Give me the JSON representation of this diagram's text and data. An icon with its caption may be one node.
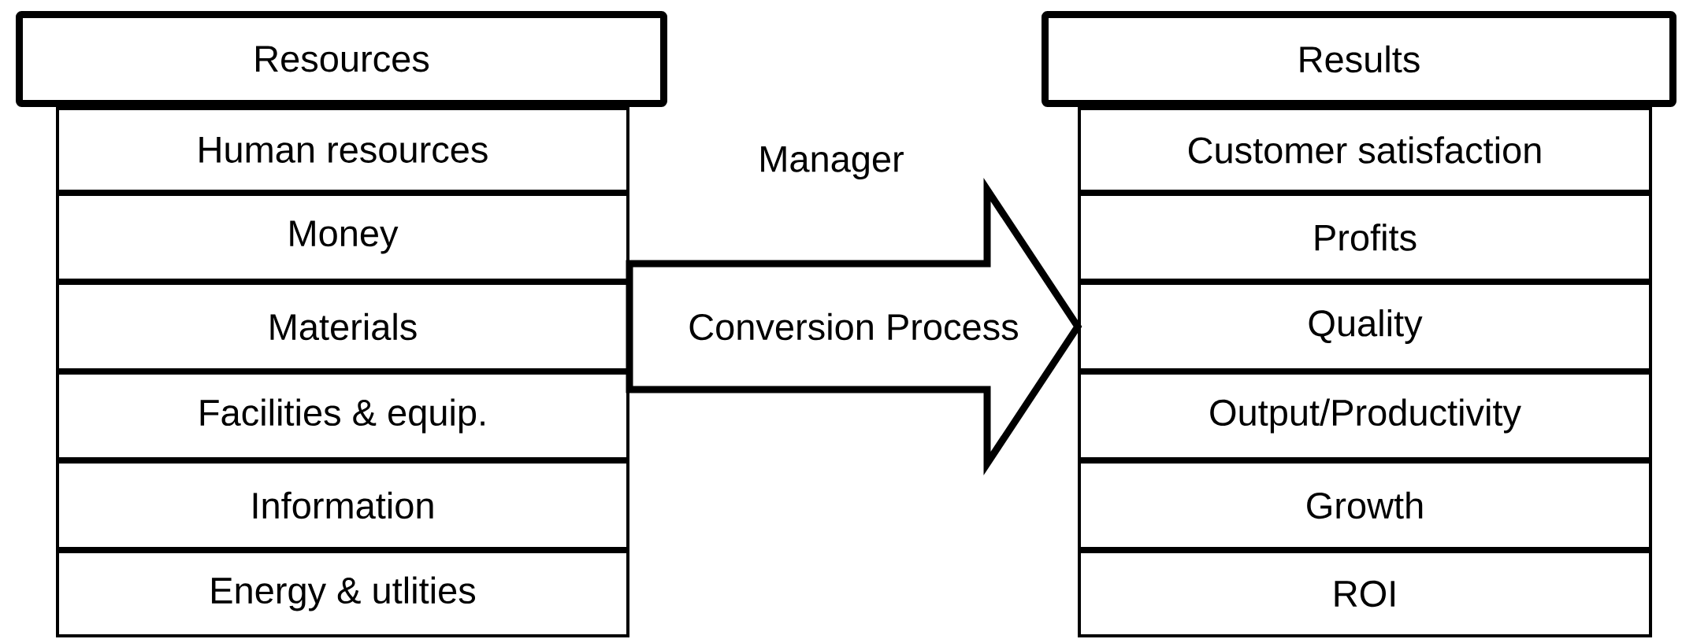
{
  "diagram": {
    "nodes": [
      {
        "text": [
          "Resources"
        ]
      },
      {
        "text": [
          "Human resources"
        ]
      },
      {
        "text": [
          "Money"
        ]
      },
      {
        "text": [
          "Materials"
        ]
      },
      {
        "text": [
          "Facilities & equip."
        ]
      },
      {
        "text": [
          "Information"
        ]
      },
      {
        "text": [
          "Energy & utlities"
        ]
      },
      {
        "text": [
          "Results"
        ]
      },
      {
        "text": [
          "Customer satisfaction"
        ]
      },
      {
        "text": [
          "Profits"
        ]
      },
      {
        "text": [
          "Quality"
        ]
      },
      {
        "text": [
          "Output/Productivity"
        ]
      },
      {
        "text": [
          "Growth"
        ]
      },
      {
        "text": [
          "ROI"
        ]
      }
    ],
    "edges": [
      {
        "from": 3,
        "to": 10,
        "arrow": "to",
        "style": "thick",
        "label": "Conversion Process"
      }
    ],
    "labels": [
      "Manager"
    ]
  }
}
